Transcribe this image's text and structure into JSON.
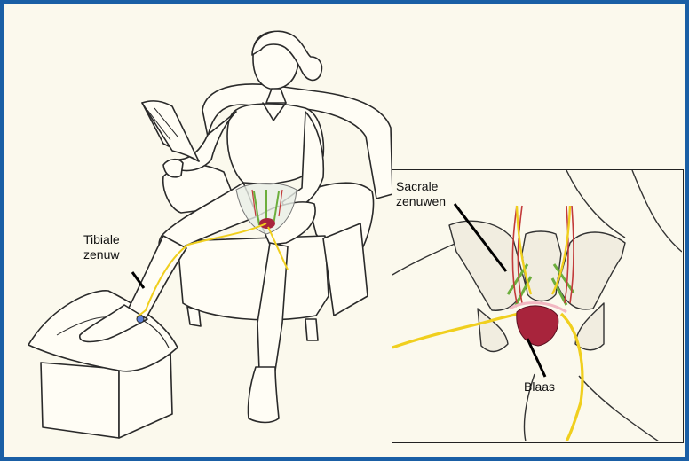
{
  "labels": {
    "tibial_line1": "Tibiale",
    "tibial_line2": "zenuw",
    "sacral_line1": "Sacrale",
    "sacral_line2": "zenuwen",
    "bladder": "Blaas"
  },
  "colors": {
    "frame_border": "#1a5fa5",
    "background": "#fbf9ed",
    "nerve": "#f0cf1e",
    "vessel": "#c23a3a",
    "bladder": "#a8243c",
    "ligament_green": "#6cae3c",
    "stimulator_blue": "#5c7fd6"
  }
}
